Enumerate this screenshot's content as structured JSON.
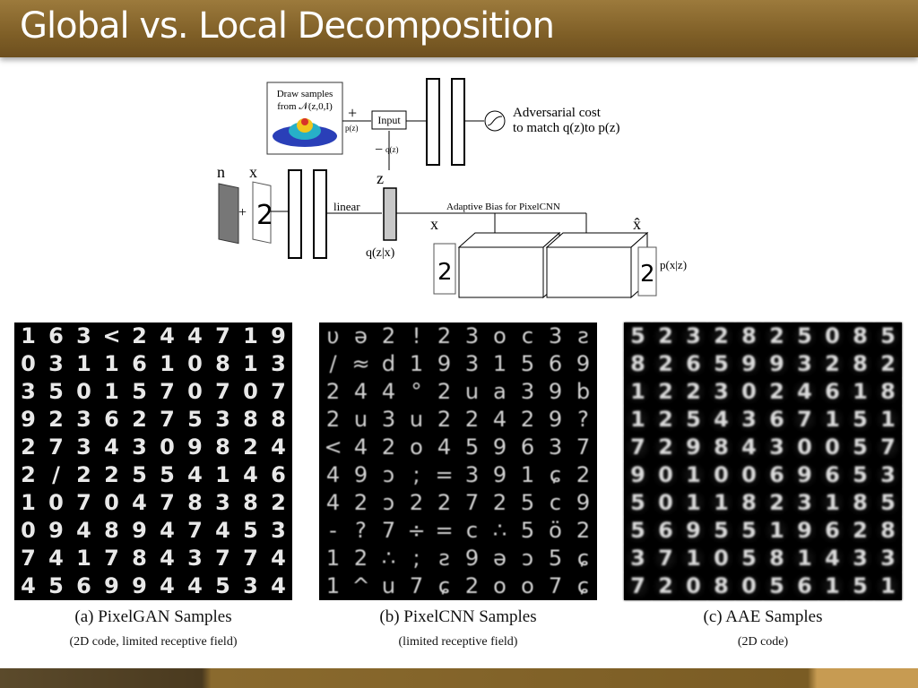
{
  "slide": {
    "title": "Global vs. Local Decomposition"
  },
  "diagram": {
    "prior_box_text_1": "Draw samples",
    "prior_box_text_2": "from 𝒩(z,0,I)",
    "plus_sign": "+",
    "minus_sign": "−",
    "p_z_small": "p(z)",
    "q_z_small": "q(z)",
    "input_label": "Input",
    "adversarial_1": "Adversarial cost",
    "adversarial_2": "to match q(z)to p(z)",
    "n_label": "n",
    "x_label": "x",
    "z_label": "z",
    "linear_label": "linear",
    "q_z_given_x": "q(z|x)",
    "adaptive_bias": "Adaptive Bias for PixelCNN",
    "x_label2": "x",
    "x_hat_label": "x̂",
    "p_x_given_z": "p(x|z)"
  },
  "panels": [
    {
      "caption": "(a) PixelGAN Samples",
      "subcaption": "(2D code, limited receptive field)",
      "rows": [
        "1 6 3 < 2 4 4 7 1 9",
        "0 3 1 1 6 1 0 8 1 3",
        "3 5 0 1 5 7 0 7 0 7",
        "9 2 3 6 2 7 5 3 8 8",
        "2 7 3 4 3 0 9 8 2 4",
        "2 / 2 2 5 5 4 1 4 6",
        "1 0 7 0 4 7 8 3 8 2",
        "0 9 4 8 9 4 7 4 5 3",
        "7 4 1 7 8 4 3 7 7 4",
        "4 5 6 9 9 4 4 5 3 4"
      ]
    },
    {
      "caption": "(b) PixelCNN Samples",
      "subcaption": "(limited receptive field)",
      "rows": [
        "υ ə 2 ! 2 3 o c 3 ƨ",
        "/ ≈ d 1 9 3 1 5 6 9",
        "2 4 4 ° 2 u a 3 9 b",
        "2 u 3 u 2 2 4 2 9 ?",
        "< 4 2 o 4 5 9 6 3 7",
        "4 9 ↄ ; = 3 9 1 ɕ 2",
        "4 2 ↄ 2 2 7 2 5 c 9",
        "- ? 7 ÷ = c ∴ 5 ö 2",
        "1 2 ∴ ; ƨ 9 ə ↄ 5 ɕ",
        "1 ^ u 7 ɕ 2 o o 7 ɕ"
      ]
    },
    {
      "caption": "(c) AAE Samples",
      "subcaption": "(2D code)",
      "rows": [
        "5 2 3 2 8 2 5 0 8 5",
        "8 2 6 5 9 9 3 2 8 2",
        "1 2 2 3 0 2 4 6 1 8",
        "1 2 5 4 3 6 7 1 5 1",
        "7 2 9 8 4 3 0 0 5 7",
        "9 0 1 0 0 6 9 6 5 3",
        "5 0 1 1 8 2 3 1 8 5",
        "5 6 9 5 5 1 9 6 2 8",
        "3 7 1 0 5 8 1 4 3 3",
        "7 2 0 8 0 5 6 1 5 1"
      ]
    }
  ]
}
